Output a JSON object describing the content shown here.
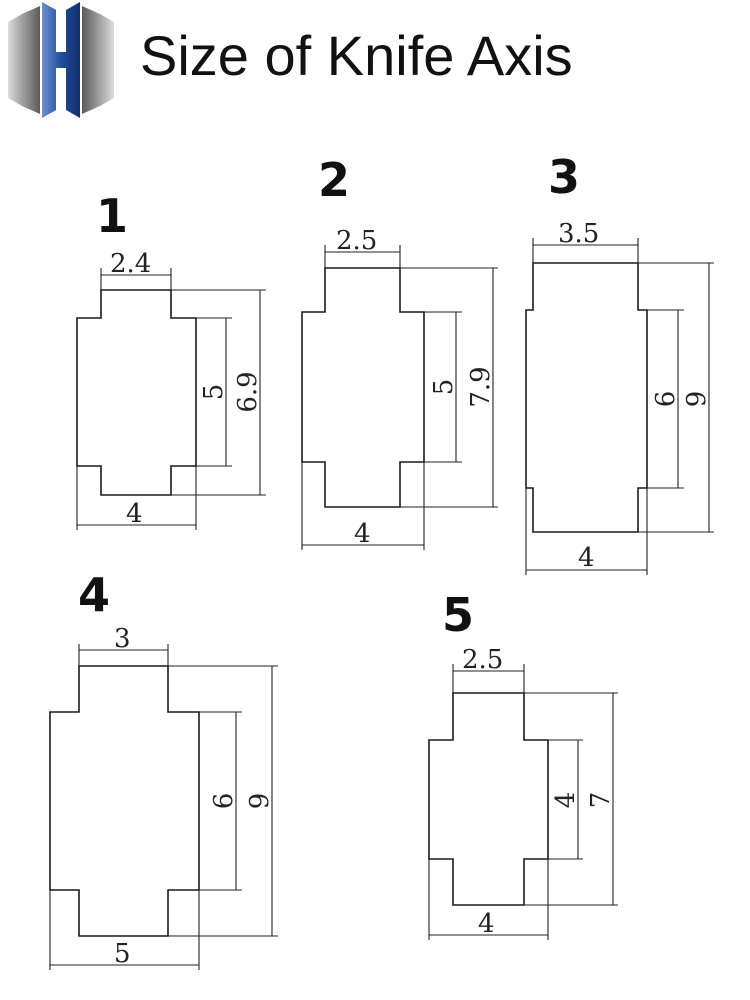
{
  "title": "Size of Knife Axis",
  "logo": {
    "icon": "h-logo-icon",
    "colors": {
      "blue": "#1f4e9c",
      "silver": "#b8b8b8",
      "dark_silver": "#6f6f6f"
    }
  },
  "axes": [
    {
      "number": "1",
      "top_width": "2.4",
      "body_width": "4",
      "inner_height": "5",
      "total_height": "6.9"
    },
    {
      "number": "2",
      "top_width": "2.5",
      "body_width": "4",
      "inner_height": "5",
      "total_height": "7.9"
    },
    {
      "number": "3",
      "top_width": "3.5",
      "body_width": "4",
      "inner_height": "6",
      "total_height": "9"
    },
    {
      "number": "4",
      "top_width": "3",
      "body_width": "5",
      "inner_height": "6",
      "total_height": "9"
    },
    {
      "number": "5",
      "top_width": "2.5",
      "body_width": "4",
      "inner_height": "4",
      "total_height": "7"
    }
  ]
}
